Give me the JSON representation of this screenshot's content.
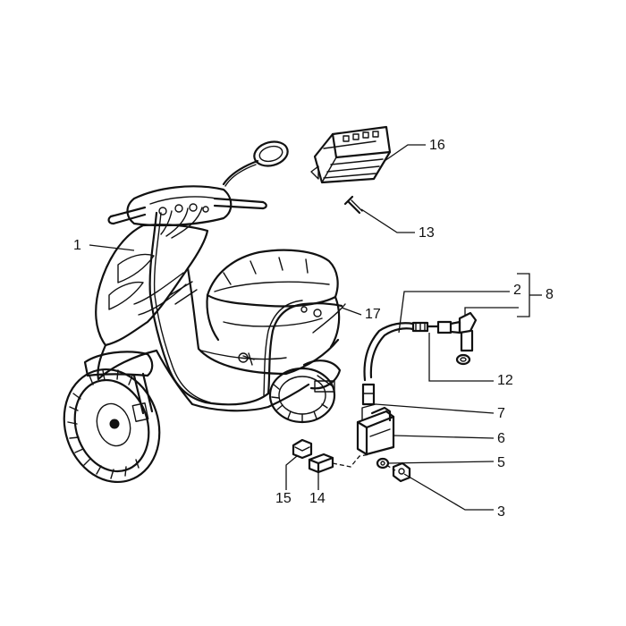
{
  "callouts": [
    {
      "id": "1",
      "text": "1"
    },
    {
      "id": "2",
      "text": "2"
    },
    {
      "id": "3",
      "text": "3"
    },
    {
      "id": "5",
      "text": "5"
    },
    {
      "id": "6",
      "text": "6"
    },
    {
      "id": "7",
      "text": "7"
    },
    {
      "id": "8",
      "text": "8"
    },
    {
      "id": "12",
      "text": "12"
    },
    {
      "id": "13",
      "text": "13"
    },
    {
      "id": "14",
      "text": "14"
    },
    {
      "id": "15",
      "text": "15"
    },
    {
      "id": "16",
      "text": "16"
    },
    {
      "id": "17",
      "text": "17"
    }
  ],
  "colors": {
    "ink": "#111111",
    "background": "#ffffff"
  }
}
